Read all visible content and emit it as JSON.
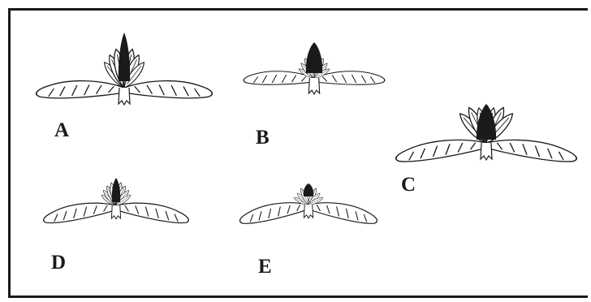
{
  "figure": {
    "stroke_color": "#1a1a1a",
    "fill_dark": "#1a1a1a",
    "fill_light": "#ffffff",
    "panels": [
      {
        "id": "a",
        "label": "A"
      },
      {
        "id": "b",
        "label": "B"
      },
      {
        "id": "c",
        "label": "C"
      },
      {
        "id": "d",
        "label": "D"
      },
      {
        "id": "e",
        "label": "E"
      }
    ]
  }
}
